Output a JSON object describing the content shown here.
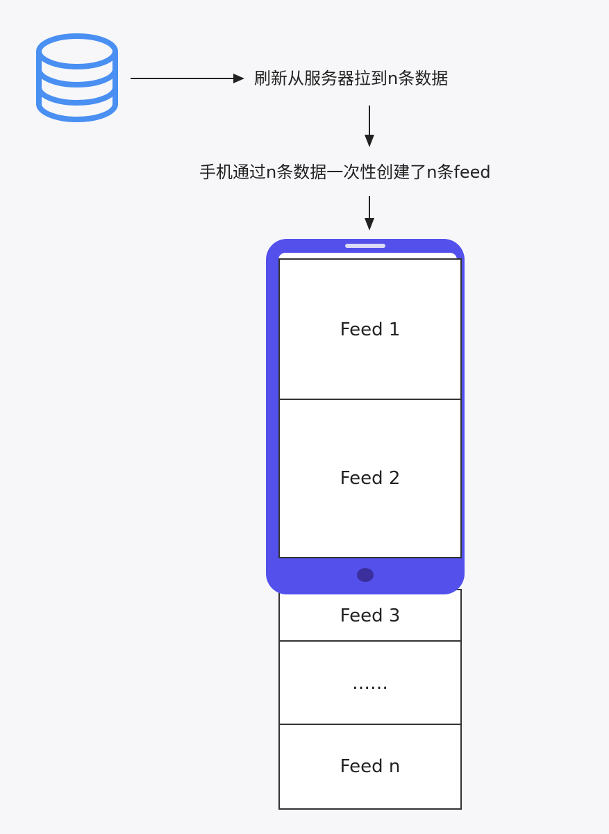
{
  "diagram": {
    "step1_label": "刷新从服务器拉到n条数据",
    "step2_label": "手机通过n条数据一次性创建了n条feed",
    "feeds": {
      "feed1": "Feed 1",
      "feed2": "Feed 2",
      "feed3": "Feed 3",
      "ellipsis": "……",
      "feedn": "Feed n"
    }
  },
  "colors": {
    "database": "#4a8ff2",
    "phone": "#5350ec",
    "arrow": "#222222",
    "box_border": "#333333"
  },
  "icons": {
    "database": "database-icon",
    "phone": "phone-icon"
  }
}
